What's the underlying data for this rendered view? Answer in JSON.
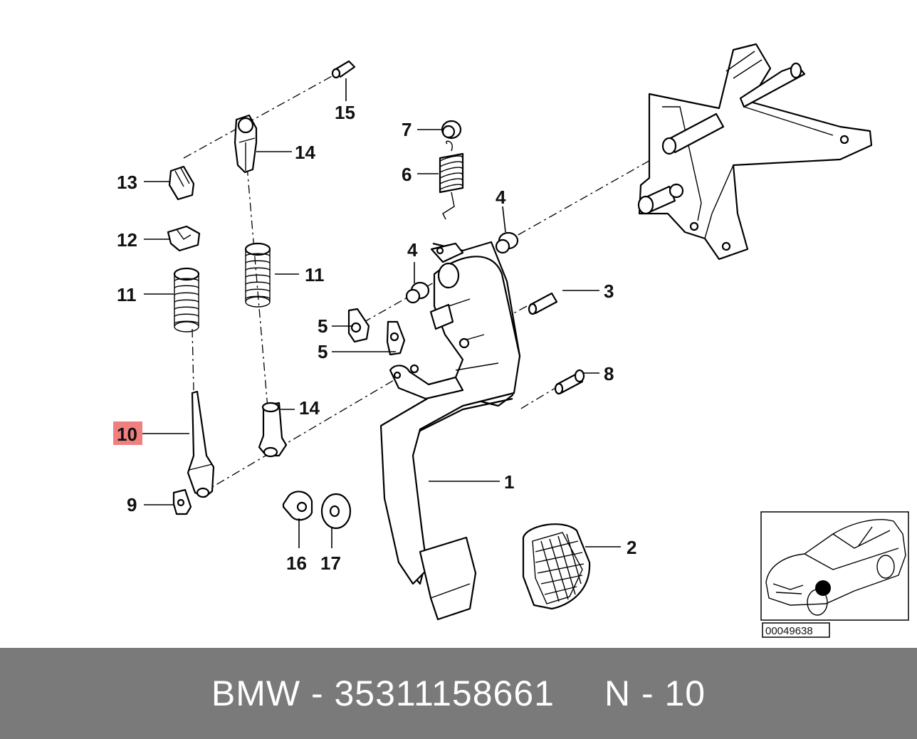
{
  "diagram": {
    "callouts": [
      "1",
      "2",
      "3",
      "4",
      "4",
      "5",
      "5",
      "6",
      "7",
      "8",
      "9",
      "10",
      "11",
      "11",
      "12",
      "13",
      "14",
      "14",
      "15",
      "16",
      "17"
    ],
    "highlighted_callout": "10",
    "highlight_color": "#f08080",
    "inset_code": "00049638"
  },
  "footer": {
    "part_label": "BMW - 35311158661",
    "position_label": "N - 10",
    "background": "#7a7a7a"
  }
}
